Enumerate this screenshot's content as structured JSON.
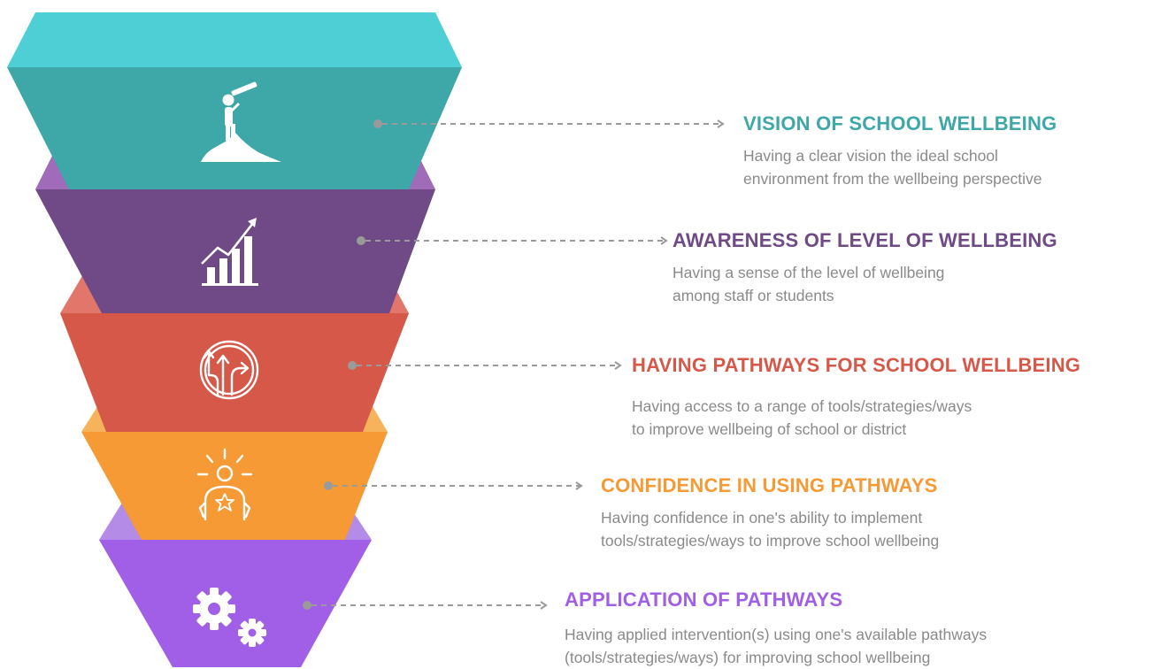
{
  "stages": [
    {
      "title": "VISION OF SCHOOL WELLBEING",
      "desc_lines": [
        "Having a clear vision the ideal school",
        "environment from the wellbeing perspective"
      ],
      "color": "#3ea7a7",
      "icon": "telescope-person-icon"
    },
    {
      "title": "AWARENESS OF LEVEL OF WELLBEING",
      "desc_lines": [
        "Having a sense of the level of wellbeing",
        "among staff or students"
      ],
      "color": "#6f4a86",
      "icon": "growth-chart-icon"
    },
    {
      "title": "HAVING PATHWAYS FOR SCHOOL WELLBEING",
      "desc_lines": [
        "Having access to a range of tools/strategies/ways",
        "to improve wellbeing of school or district"
      ],
      "color": "#d65848",
      "icon": "pathways-icon"
    },
    {
      "title": "CONFIDENCE IN USING PATHWAYS",
      "desc_lines": [
        "Having confidence in one's ability to implement",
        "tools/strategies/ways to improve school wellbeing"
      ],
      "color": "#f59a35",
      "icon": "confident-person-icon"
    },
    {
      "title": "APPLICATION OF PATHWAYS",
      "desc_lines": [
        "Having applied intervention(s) using one's available  pathways",
        "(tools/strategies/ways) for improving school wellbeing"
      ],
      "color": "#a15ee6",
      "icon": "gears-icon"
    }
  ]
}
